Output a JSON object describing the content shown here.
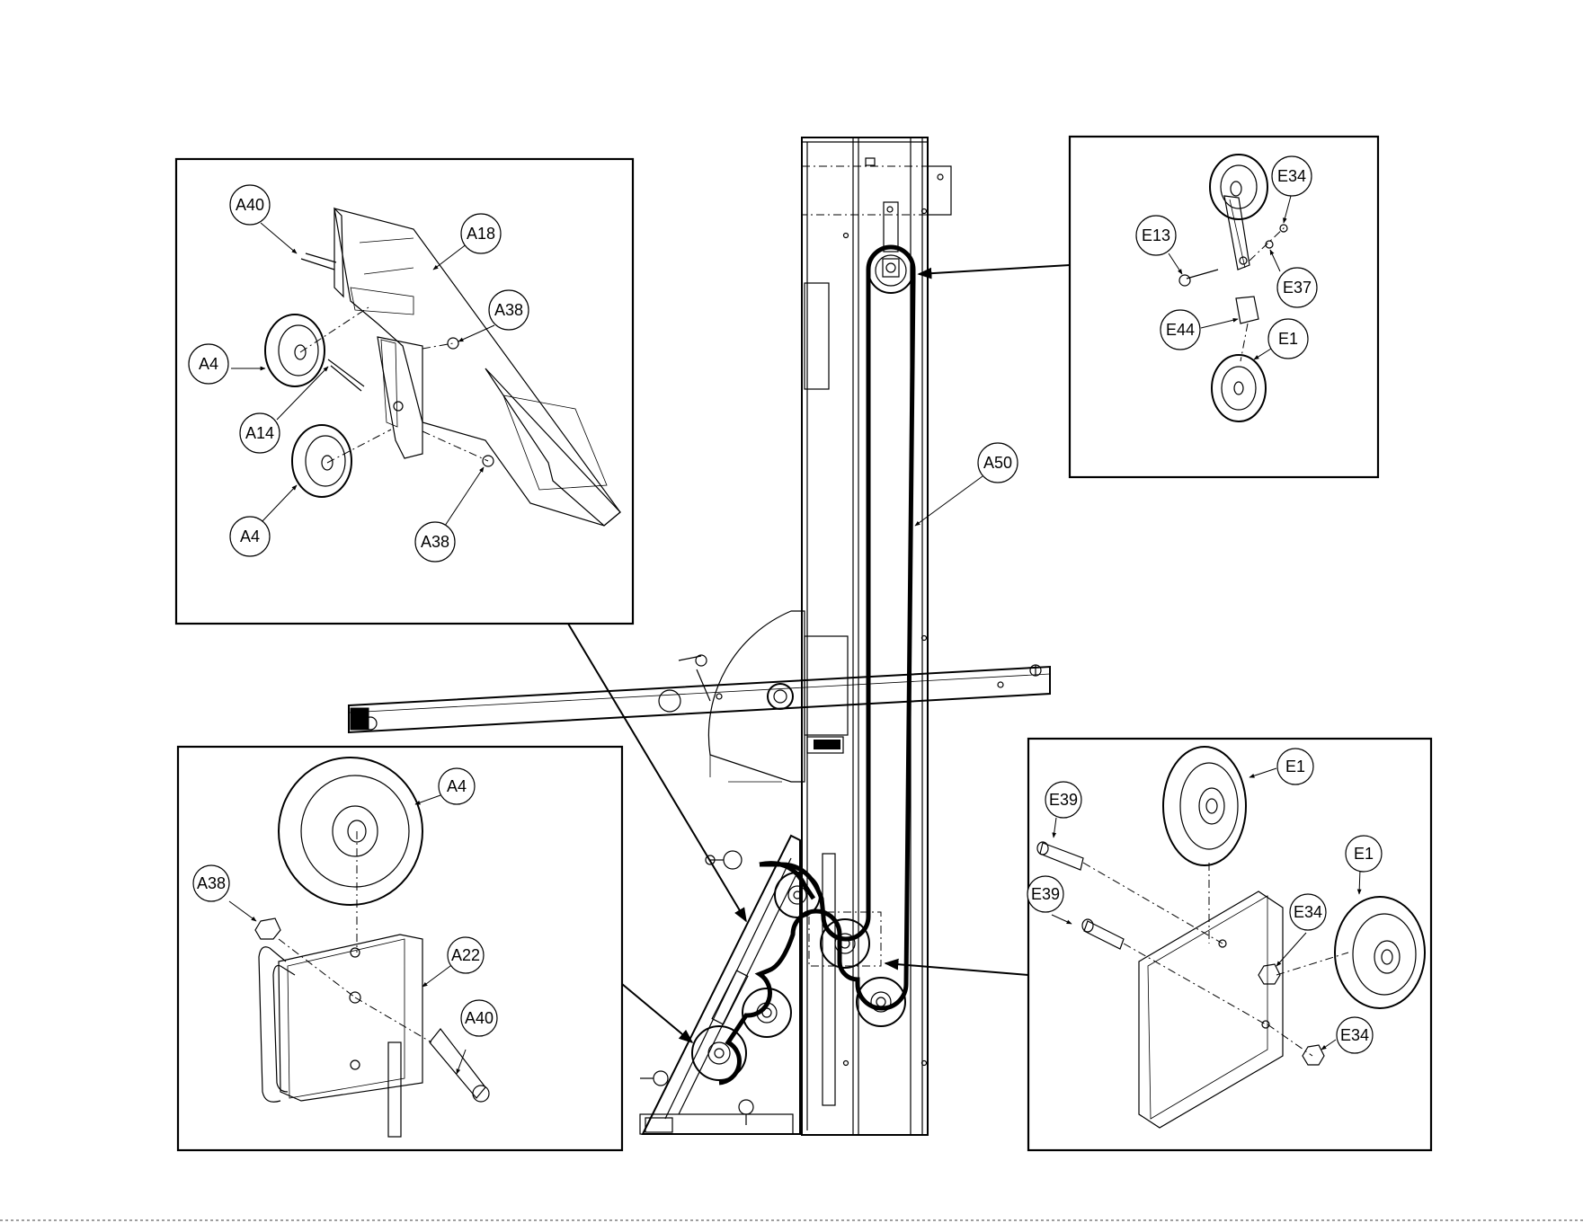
{
  "callouts": {
    "a40_top": "A40",
    "a18": "A18",
    "a38_top": "A38",
    "a4_top": "A4",
    "a14": "A14",
    "a4_mid": "A4",
    "a38_mid": "A38",
    "e34_top": "E34",
    "e13": "E13",
    "e37": "E37",
    "e44": "E44",
    "e1_top": "E1",
    "a50": "A50",
    "a4_bl": "A4",
    "a38_bl": "A38",
    "a22": "A22",
    "a40_bl": "A40",
    "e1_br1": "E1",
    "e39_br1": "E39",
    "e1_br2": "E1",
    "e39_br2": "E39",
    "e34_br1": "E34",
    "e34_br2": "E34"
  }
}
